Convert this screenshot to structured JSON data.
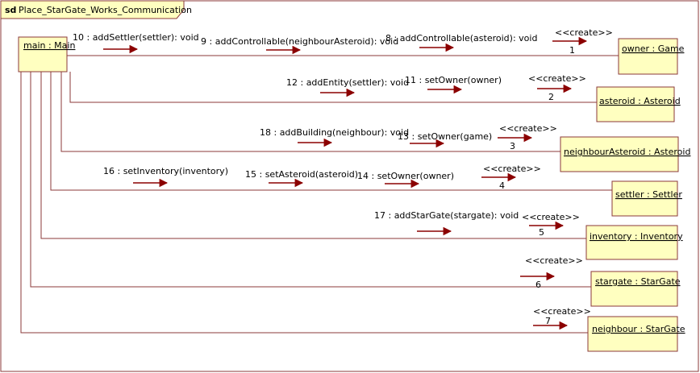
{
  "frame": {
    "kind": "sd",
    "name": "Place_StarGate_Works_Communication"
  },
  "colors": {
    "frame_border": "#8b3a3a",
    "object_fill": "#ffffc0",
    "object_border": "#8b3a3a",
    "line": "#8b3a3a",
    "arrow": "#8b0000",
    "text": "#000000"
  },
  "objects": [
    {
      "id": "main",
      "label": "main : Main"
    },
    {
      "id": "owner",
      "label": "owner : Game"
    },
    {
      "id": "asteroid",
      "label": "asteroid : Asteroid"
    },
    {
      "id": "neighbourAsteroid",
      "label": "neighbourAsteroid : Asteroid"
    },
    {
      "id": "settler",
      "label": "settler : Settler"
    },
    {
      "id": "inventory",
      "label": "inventory : Inventory"
    },
    {
      "id": "stargate",
      "label": "stargate : StarGate"
    },
    {
      "id": "neighbour",
      "label": "neighbour : StarGate"
    }
  ],
  "links": [
    {
      "target": "owner",
      "messages": [
        {
          "label": "10 : addSettler(settler): void"
        },
        {
          "label": "9 : addControllable(neighbourAsteroid): void"
        },
        {
          "label": "8 : addControllable(asteroid): void"
        },
        {
          "label": "<<create>>",
          "number": "1"
        }
      ]
    },
    {
      "target": "asteroid",
      "messages": [
        {
          "label": "12 : addEntity(settler): void"
        },
        {
          "label": "11 : setOwner(owner)"
        },
        {
          "label": "<<create>>",
          "number": "2"
        }
      ]
    },
    {
      "target": "neighbourAsteroid",
      "messages": [
        {
          "label": "18 : addBuilding(neighbour): void"
        },
        {
          "label": "13 : setOwner(game)"
        },
        {
          "label": "<<create>>",
          "number": "3"
        }
      ]
    },
    {
      "target": "settler",
      "messages": [
        {
          "label": "16 : setInventory(inventory)"
        },
        {
          "label": "15 : setAsteroid(asteroid)"
        },
        {
          "label": "14 : setOwner(owner)"
        },
        {
          "label": "<<create>>",
          "number": "4"
        }
      ]
    },
    {
      "target": "inventory",
      "messages": [
        {
          "label": "17 : addStarGate(stargate): void"
        },
        {
          "label": "<<create>>",
          "number": "5"
        }
      ]
    },
    {
      "target": "stargate",
      "messages": [
        {
          "label": "<<create>>",
          "number": "6"
        }
      ]
    },
    {
      "target": "neighbour",
      "messages": [
        {
          "label": "<<create>>",
          "number": "7"
        }
      ]
    }
  ]
}
